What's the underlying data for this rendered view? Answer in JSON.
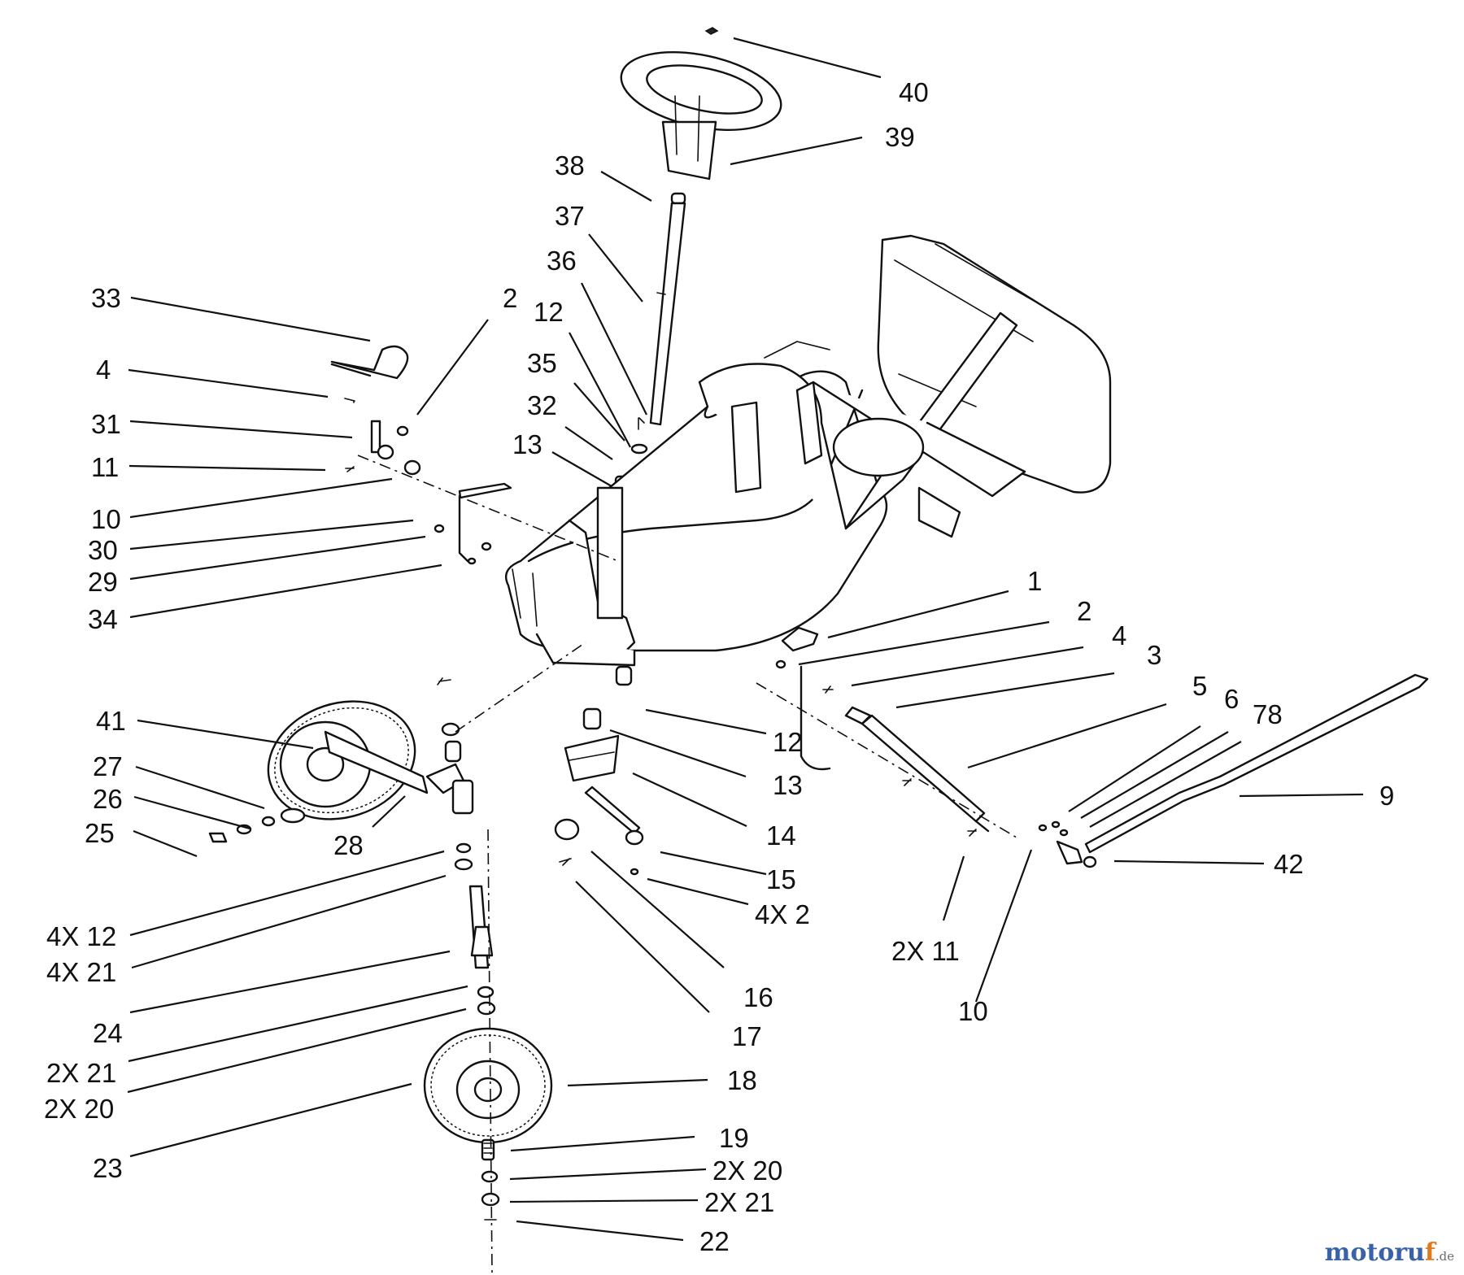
{
  "watermark": {
    "text_main": "motoru",
    "text_accent": "f",
    "text_suffix": ".de"
  },
  "callouts": [
    {
      "id": "c40",
      "text": "40"
    },
    {
      "id": "c39",
      "text": "39"
    },
    {
      "id": "c38",
      "text": "38"
    },
    {
      "id": "c37",
      "text": "37"
    },
    {
      "id": "c36",
      "text": "36"
    },
    {
      "id": "c33",
      "text": "33"
    },
    {
      "id": "c2a",
      "text": "2"
    },
    {
      "id": "c12a",
      "text": "12"
    },
    {
      "id": "c35",
      "text": "35"
    },
    {
      "id": "c4a",
      "text": "4"
    },
    {
      "id": "c32",
      "text": "32"
    },
    {
      "id": "c31",
      "text": "31"
    },
    {
      "id": "c13a",
      "text": "13"
    },
    {
      "id": "c11a",
      "text": "11"
    },
    {
      "id": "c10a",
      "text": "10"
    },
    {
      "id": "c30",
      "text": "30"
    },
    {
      "id": "c29",
      "text": "29"
    },
    {
      "id": "c34",
      "text": "34"
    },
    {
      "id": "c1",
      "text": "1"
    },
    {
      "id": "c2b",
      "text": "2"
    },
    {
      "id": "c4b",
      "text": "4"
    },
    {
      "id": "c3",
      "text": "3"
    },
    {
      "id": "c5",
      "text": "5"
    },
    {
      "id": "c6",
      "text": "6"
    },
    {
      "id": "c78",
      "text": "78"
    },
    {
      "id": "c41",
      "text": "41"
    },
    {
      "id": "c12b",
      "text": "12"
    },
    {
      "id": "c13b",
      "text": "13"
    },
    {
      "id": "c9",
      "text": "9"
    },
    {
      "id": "c27",
      "text": "27"
    },
    {
      "id": "c26",
      "text": "26"
    },
    {
      "id": "c14",
      "text": "14"
    },
    {
      "id": "c25",
      "text": "25"
    },
    {
      "id": "c28",
      "text": "28"
    },
    {
      "id": "c42",
      "text": "42"
    },
    {
      "id": "c15",
      "text": "15"
    },
    {
      "id": "c4x2",
      "text": "4X 2"
    },
    {
      "id": "c4x12",
      "text": "4X 12"
    },
    {
      "id": "c2x11",
      "text": "2X 11"
    },
    {
      "id": "c4x21",
      "text": "4X 21"
    },
    {
      "id": "c16",
      "text": "16"
    },
    {
      "id": "c10b",
      "text": "10"
    },
    {
      "id": "c24",
      "text": "24"
    },
    {
      "id": "c17",
      "text": "17"
    },
    {
      "id": "c2x21a",
      "text": "2X 21"
    },
    {
      "id": "c18",
      "text": "18"
    },
    {
      "id": "c2x20a",
      "text": "2X 20"
    },
    {
      "id": "c19",
      "text": "19"
    },
    {
      "id": "c23",
      "text": "23"
    },
    {
      "id": "c2x20b",
      "text": "2X 20"
    },
    {
      "id": "c2x21b",
      "text": "2X 21"
    },
    {
      "id": "c22",
      "text": "22"
    }
  ]
}
